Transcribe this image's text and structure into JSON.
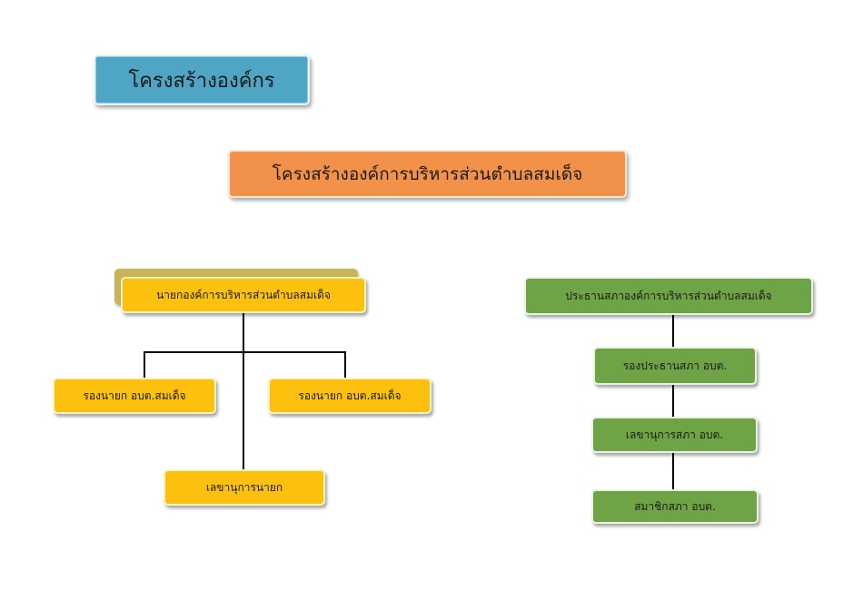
{
  "colors": {
    "title_bg": "#4ea6c4",
    "subtitle_bg": "#f2924a",
    "executive_bg": "#fbc10e",
    "council_bg": "#6fa446",
    "connector": "#000000"
  },
  "title": "โครงสร้างองค์กร",
  "subtitle": "โครงสร้างองค์การบริหารส่วนตำบลสมเด็จ",
  "executive": {
    "head": "นายกองค์การบริหารส่วนตำบลสมเด็จ",
    "deputy_left": "รองนายก อบต.สมเด็จ",
    "deputy_right": "รองนายก อบต.สมเด็จ",
    "secretary": "เลขานุการนายก"
  },
  "council": {
    "head": "ประธานสภาองค์การบริหารส่วนตำบลสมเด็จ",
    "vice_chair": "รองประธานสภา อบต.",
    "secretary": "เลขานุการสภา อบต.",
    "member": "สมาชิกสภา อบต."
  }
}
